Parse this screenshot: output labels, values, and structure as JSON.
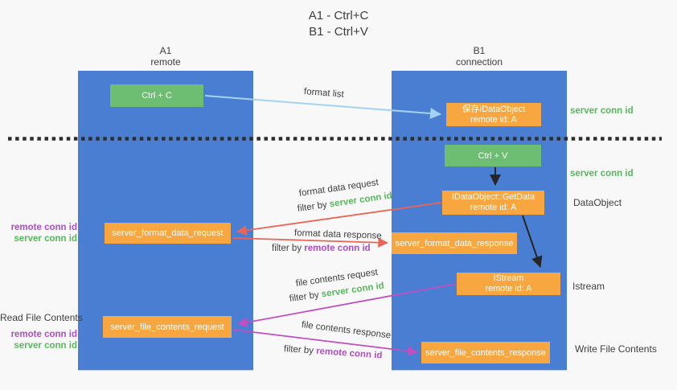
{
  "title": {
    "line1": "A1 - Ctrl+C",
    "line2": "B1 - Ctrl+V"
  },
  "lifelines": {
    "a1": {
      "name": "A1",
      "role": "remote"
    },
    "b1": {
      "name": "B1",
      "role": "connection"
    }
  },
  "nodes": {
    "ctrl_c": {
      "label": "Ctrl + C"
    },
    "ctrl_v": {
      "label": "Ctrl + V"
    },
    "save_dataobject": {
      "line1": "保存IDataObject",
      "line2": "remote id: A"
    },
    "getdata": {
      "line1": "IDataObject::GetData",
      "line2": "remote id: A"
    },
    "istream": {
      "line1": "IStream",
      "line2": "remote id: A"
    },
    "format_request": {
      "label": "server_format_data_request"
    },
    "format_response": {
      "label": "server_format_data_response"
    },
    "file_request": {
      "label": "server_file_contents_request"
    },
    "file_response": {
      "label": "server_file_contents_response"
    }
  },
  "flow_labels": {
    "format_list": "format list",
    "format_data_request": "format data request",
    "format_data_response": "format data response",
    "file_contents_request": "file contents request",
    "file_contents_response": "file contents response",
    "filter_by": "filter by ",
    "server_conn_id": "server conn id",
    "remote_conn_id": "remote conn id"
  },
  "side_labels": {
    "server_conn_id_top": "server conn id",
    "server_conn_id_mid": "server conn id",
    "dataobject": "DataObject",
    "istream": "Istream",
    "write_file_contents": "Write File Contents",
    "read_file_contents": "Read File Contents",
    "remote_conn_id": "remote conn id",
    "server_conn_id": "server conn id"
  },
  "colors": {
    "lifeline_blue": "#4a7ed3",
    "node_green": "#6dbe73",
    "node_orange": "#f7a640",
    "text_dark": "#3f3f3f",
    "text_green": "#57b75c",
    "text_purple": "#ae4ec4",
    "arrow_red": "#e86558",
    "arrow_magenta": "#c14fbf",
    "arrow_light_blue": "#a5d2f3",
    "arrow_black": "#262626",
    "dotted_line": "#2d2d2d"
  }
}
